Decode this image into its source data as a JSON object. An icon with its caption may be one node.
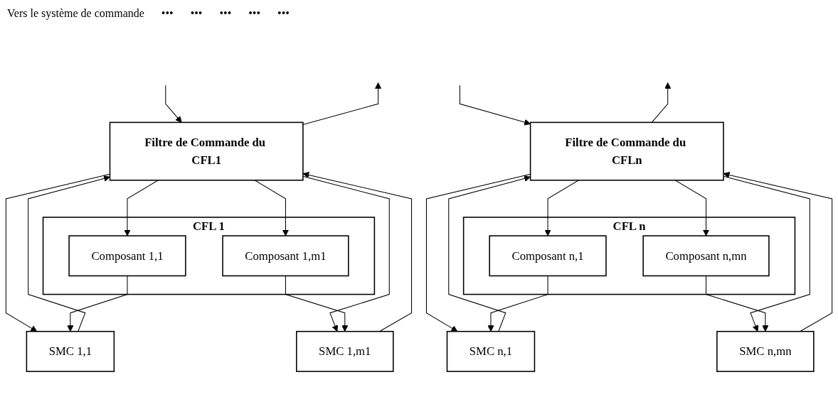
{
  "diagram": {
    "nodes": [
      {
        "text": [
          "Filtre de Commande du CFL1"
        ]
      },
      {
        "text": [
          "Filtre de Commande du CFLn"
        ]
      },
      {
        "text": [
          "SMC 1,1"
        ]
      },
      {
        "text": [
          "SMC 1,m1"
        ]
      },
      {
        "text": [
          "SMC n,1"
        ]
      },
      {
        "text": [
          "SMC n,mn"
        ]
      },
      {
        "text": [
          "CFL 1"
        ]
      },
      {
        "text": [
          "Composant 1,1"
        ],
        "in": 6
      },
      {
        "text": [
          "Composant 1,m1"
        ],
        "in": 6
      },
      {
        "text": [
          "CFL n"
        ]
      },
      {
        "text": [
          "Composant n,1"
        ],
        "in": 9
      },
      {
        "text": [
          "Composant n,mn"
        ],
        "in": 9
      }
    ],
    "edges": [
      {
        "from": null,
        "to": 0,
        "arrow": "to"
      },
      {
        "from": 0,
        "to": null,
        "arrow": "to"
      },
      {
        "from": null,
        "to": 1,
        "arrow": "to"
      },
      {
        "from": 1,
        "to": null,
        "arrow": "to"
      },
      {
        "from": 0,
        "to": 2,
        "arrow": "to"
      },
      {
        "from": 2,
        "to": 0,
        "arrow": "to"
      },
      {
        "from": 0,
        "to": 7,
        "arrow": "to"
      },
      {
        "from": 7,
        "to": 2,
        "arrow": "to"
      },
      {
        "from": 0,
        "to": 3,
        "arrow": "to"
      },
      {
        "from": 3,
        "to": 0,
        "arrow": "to"
      },
      {
        "from": 0,
        "to": 8,
        "arrow": "to"
      },
      {
        "from": 8,
        "to": 3,
        "arrow": "to"
      },
      {
        "from": 1,
        "to": 4,
        "arrow": "to"
      },
      {
        "from": 4,
        "to": 1,
        "arrow": "to"
      },
      {
        "from": 1,
        "to": 10,
        "arrow": "to"
      },
      {
        "from": 10,
        "to": 4,
        "arrow": "to"
      },
      {
        "from": 1,
        "to": 5,
        "arrow": "to"
      },
      {
        "from": 5,
        "to": 1,
        "arrow": "to"
      },
      {
        "from": 1,
        "to": 11,
        "arrow": "to"
      },
      {
        "from": 11,
        "to": 5,
        "arrow": "to"
      }
    ],
    "labels": [
      "Vers le système de commande",
      "•••",
      "•••",
      "•••",
      "•••",
      "•••"
    ]
  }
}
